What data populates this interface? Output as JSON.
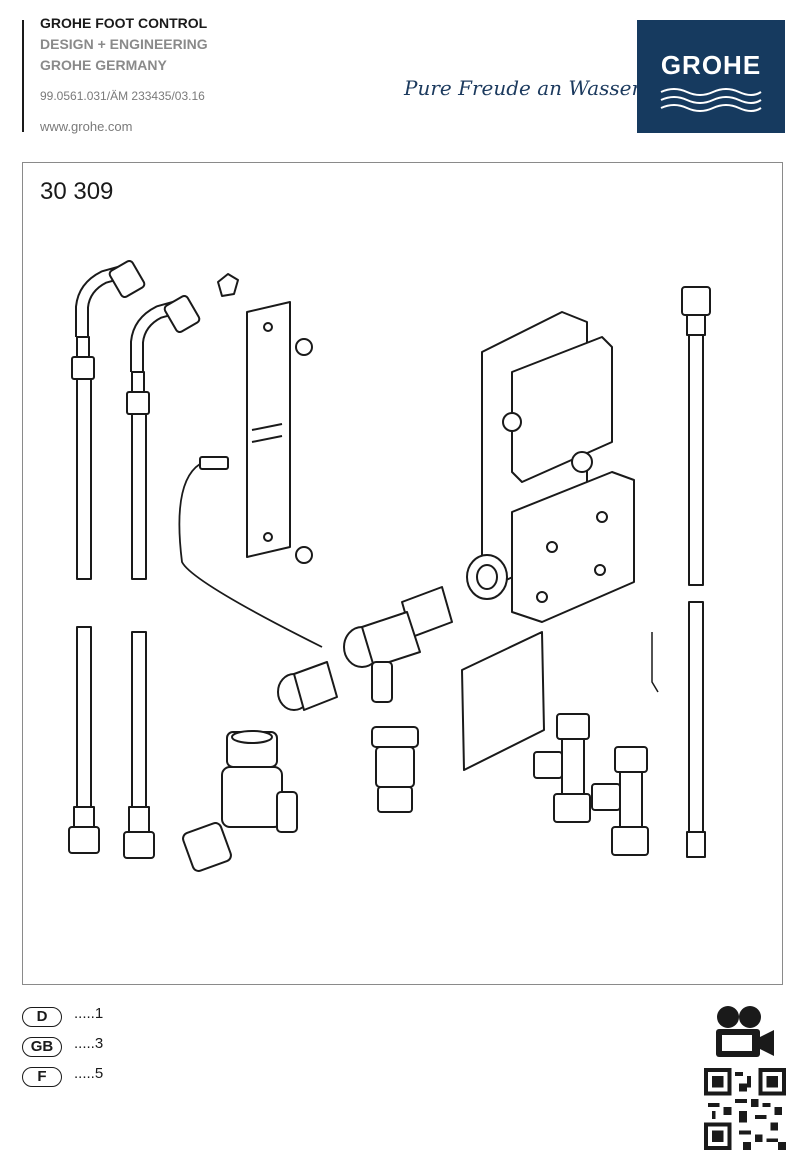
{
  "header": {
    "title": "GROHE FOOT CONTROL",
    "subtitle1": "DESIGN + ENGINEERING",
    "subtitle2": "GROHE GERMANY",
    "doc_number": "99.0561.031/ÄM 233435/03.16",
    "website": "www.grohe.com",
    "slogan": "Pure Freude an Wasser"
  },
  "logo": {
    "text": "GROHE",
    "background": "#163a5f"
  },
  "model_number": "30 309",
  "languages": [
    {
      "code": "D",
      "page": ".....1"
    },
    {
      "code": "GB",
      "page": ".....3"
    },
    {
      "code": "F",
      "page": ".....5"
    }
  ],
  "icons": {
    "video": "video-camera-icon",
    "qr": "qr-code-icon"
  }
}
